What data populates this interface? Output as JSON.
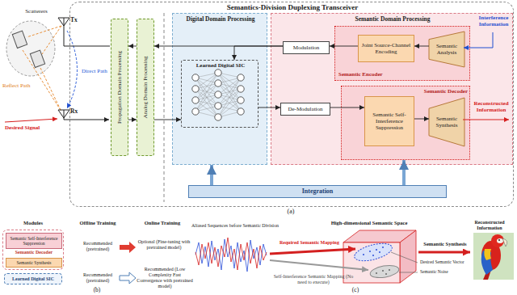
{
  "diagram": {
    "nodes": [
      {
        "text": [
          "Semantics-Division Duplexing Transceiver"
        ]
      },
      {
        "text": [
          "Propagation Domain Processing"
        ],
        "in": 0
      },
      {
        "text": [
          "Analog Domain Processing"
        ],
        "in": 0
      },
      {
        "text": [
          "Digital Domain Processing"
        ],
        "in": 0
      },
      {
        "text": [
          "Learned Digital SIC"
        ],
        "in": 3
      },
      {
        "text": [
          "Semantic Domain Processing"
        ],
        "in": 0
      },
      {
        "text": [
          "Modulation"
        ],
        "in": 5
      },
      {
        "text": [
          "Semantic Encoder"
        ],
        "in": 5
      },
      {
        "text": [
          "Joint Source-Channel Encoding"
        ],
        "in": 7
      },
      {
        "text": [
          "Semantic Analysis"
        ],
        "in": 7
      },
      {
        "text": [
          "De-Modulation"
        ],
        "in": 5
      },
      {
        "text": [
          "Semantic Decoder"
        ],
        "in": 5
      },
      {
        "text": [
          "Semantic Self-Interference Suppression"
        ],
        "in": 11
      },
      {
        "text": [
          "Semantic Synthesis"
        ],
        "in": 11
      },
      {
        "text": [
          "Integration"
        ],
        "in": 0
      },
      {
        "text": [
          "Semantic Decoder"
        ]
      },
      {
        "text": [
          "Semantic Self-Interference Suppression"
        ],
        "in": 15
      },
      {
        "text": [
          "Semantic Synthesis"
        ],
        "in": 15
      },
      {
        "text": [
          "Learned Digital SIC"
        ]
      }
    ],
    "edges": [
      {
        "from": 9,
        "to": 8,
        "arrow": "to"
      },
      {
        "from": 8,
        "to": 6,
        "arrow": "to"
      },
      {
        "from": 6,
        "to": 2,
        "arrow": "to"
      },
      {
        "from": 2,
        "to": 1,
        "arrow": "to"
      },
      {
        "from": 6,
        "to": 4,
        "arrow": "to"
      },
      {
        "from": 1,
        "to": 2,
        "arrow": "to"
      },
      {
        "from": 2,
        "to": 4,
        "arrow": "to"
      },
      {
        "from": 4,
        "to": 10,
        "arrow": "to"
      },
      {
        "from": 10,
        "to": 12,
        "arrow": "to"
      },
      {
        "from": 12,
        "to": 13,
        "arrow": "to"
      },
      {
        "from": 14,
        "to": 3,
        "arrow": "to"
      },
      {
        "from": 14,
        "to": 11,
        "arrow": "to"
      }
    ],
    "labels": [
      "Scatterers",
      "Tx",
      "Direct Path",
      "Reflect Path",
      "Rx",
      "Desired Signal",
      "Interference Information",
      "Reconstructed Information",
      "(a)",
      "Modules",
      "Offline Training",
      "Online Training",
      "Recommended (pretrained)",
      "Optional (Fine-tuning with pretrained model)",
      "Recommended (pretrained)",
      "Recommended (Low Complexity Fast Convergence with pretrained model)",
      "(b)",
      "Aliased Sequences before Semantic Division",
      "High-dimensional Semantic Space",
      "Required Semantic Mapping",
      "Self-Interference Semantic Mapping (No need to execute)",
      "Semantic Synthesis",
      "Reconstructed Information",
      "Desired Semantic Vector",
      "Semantic Noise",
      "(c)"
    ]
  }
}
